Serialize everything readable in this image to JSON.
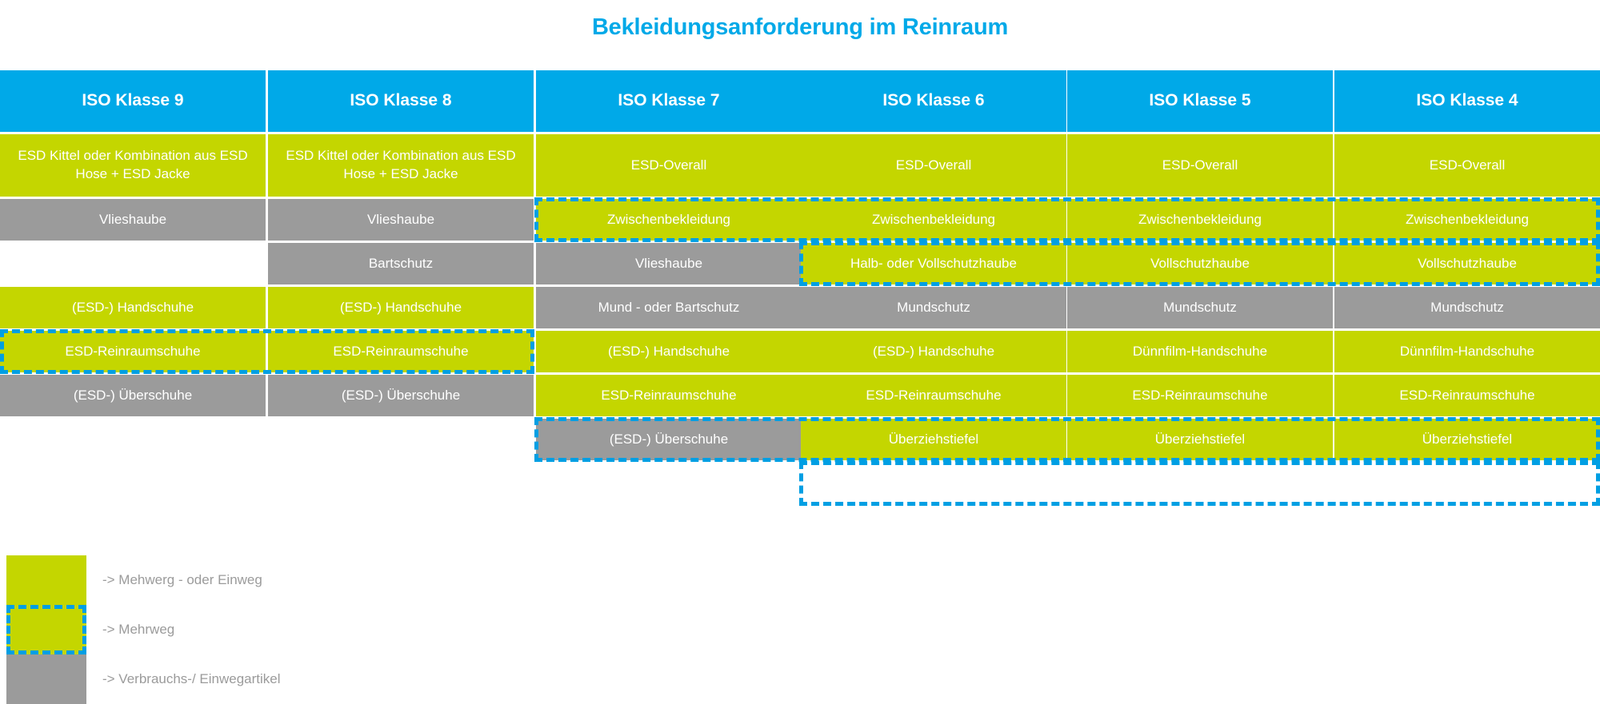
{
  "title": "Bekleidungsanforderung im Reinraum",
  "colors": {
    "header_blue": "#00A9E8",
    "dashed_blue": "#009FE3",
    "green": "#C4D600",
    "gray": "#9B9B9B",
    "text_gray": "#9B9B9B"
  },
  "table": {
    "columns": [
      {
        "header": "ISO Klasse 9",
        "cells": [
          {
            "text": "ESD Kittel oder Kombination aus ESD Hose + ESD Jacke",
            "type": "green"
          },
          {
            "text": "Vlieshaube",
            "type": "gray"
          },
          {
            "text": "",
            "type": "empty"
          },
          {
            "text": "(ESD-) Handschuhe",
            "type": "green"
          },
          {
            "text": "ESD-Reinraumschuhe",
            "type": "green"
          },
          {
            "text": "(ESD-) Überschuhe",
            "type": "gray"
          },
          {
            "text": "",
            "type": "empty"
          }
        ]
      },
      {
        "header": "ISO Klasse 8",
        "cells": [
          {
            "text": "ESD Kittel oder Kombination aus ESD Hose + ESD Jacke",
            "type": "green"
          },
          {
            "text": "Vlieshaube",
            "type": "gray"
          },
          {
            "text": "Bartschutz",
            "type": "gray"
          },
          {
            "text": "(ESD-) Handschuhe",
            "type": "green"
          },
          {
            "text": "ESD-Reinraumschuhe",
            "type": "green"
          },
          {
            "text": "(ESD-) Überschuhe",
            "type": "gray"
          },
          {
            "text": "",
            "type": "empty"
          }
        ]
      },
      {
        "header": "ISO Klasse 7",
        "cells": [
          {
            "text": "ESD-Overall",
            "type": "green"
          },
          {
            "text": "Zwischenbekleidung",
            "type": "green"
          },
          {
            "text": "Vlieshaube",
            "type": "gray"
          },
          {
            "text": "Mund - oder Bartschutz",
            "type": "gray"
          },
          {
            "text": "(ESD-) Handschuhe",
            "type": "green"
          },
          {
            "text": "ESD-Reinraumschuhe",
            "type": "green"
          },
          {
            "text": "(ESD-) Überschuhe",
            "type": "gray"
          }
        ]
      },
      {
        "header": "ISO Klasse 6",
        "cells": [
          {
            "text": "ESD-Overall",
            "type": "green"
          },
          {
            "text": "Zwischenbekleidung",
            "type": "green"
          },
          {
            "text": "Halb- oder Vollschutzhaube",
            "type": "green"
          },
          {
            "text": "Mundschutz",
            "type": "gray"
          },
          {
            "text": "(ESD-) Handschuhe",
            "type": "green"
          },
          {
            "text": "ESD-Reinraumschuhe",
            "type": "green"
          },
          {
            "text": "Überziehstiefel",
            "type": "green"
          }
        ]
      },
      {
        "header": "ISO Klasse 5",
        "cells": [
          {
            "text": "ESD-Overall",
            "type": "green"
          },
          {
            "text": "Zwischenbekleidung",
            "type": "green"
          },
          {
            "text": "Vollschutzhaube",
            "type": "green"
          },
          {
            "text": "Mundschutz",
            "type": "gray"
          },
          {
            "text": "Dünnfilm-Handschuhe",
            "type": "green"
          },
          {
            "text": "ESD-Reinraumschuhe",
            "type": "green"
          },
          {
            "text": "Überziehstiefel",
            "type": "green"
          }
        ]
      },
      {
        "header": "ISO Klasse 4",
        "cells": [
          {
            "text": "ESD-Overall",
            "type": "green"
          },
          {
            "text": "Zwischenbekleidung",
            "type": "green"
          },
          {
            "text": "Vollschutzhaube",
            "type": "green"
          },
          {
            "text": "Mundschutz",
            "type": "gray"
          },
          {
            "text": "Dünnfilm-Handschuhe",
            "type": "green"
          },
          {
            "text": "ESD-Reinraumschuhe",
            "type": "green"
          },
          {
            "text": "Überziehstiefel",
            "type": "green"
          }
        ]
      }
    ]
  },
  "legend": [
    {
      "swatch": "green",
      "label": "-> Mehwerg - oder Einweg"
    },
    {
      "swatch": "dashed",
      "label": "-> Mehrweg"
    },
    {
      "swatch": "gray",
      "label": "-> Verbrauchs-/ Einwegartikel"
    }
  ]
}
